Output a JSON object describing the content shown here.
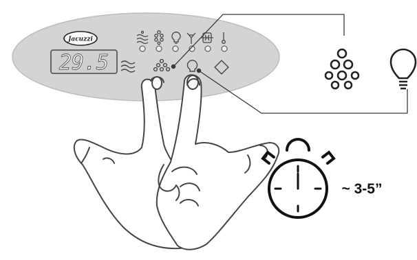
{
  "panel": {
    "brand": "Jacuzzi",
    "temperature_display": "29.5",
    "indicator_icons": [
      "jets-icon",
      "bubbles-icon",
      "light-icon",
      "aroma-icon",
      "filter-icon",
      "thermometer-icon"
    ],
    "buttons": [
      "jets-button",
      "bubbles-button",
      "light-button",
      "diamond-button"
    ]
  },
  "callout": {
    "icons": [
      "bubbles-icon",
      "light-bulb-icon"
    ]
  },
  "timer": {
    "icon": "stopwatch-icon",
    "duration": "~ 3-5”"
  },
  "colors": {
    "panel_fill": "#d4d4d4",
    "display_digits": "#f2f2f2",
    "line": "#3a3a3a",
    "skin_outline": "#444444"
  }
}
